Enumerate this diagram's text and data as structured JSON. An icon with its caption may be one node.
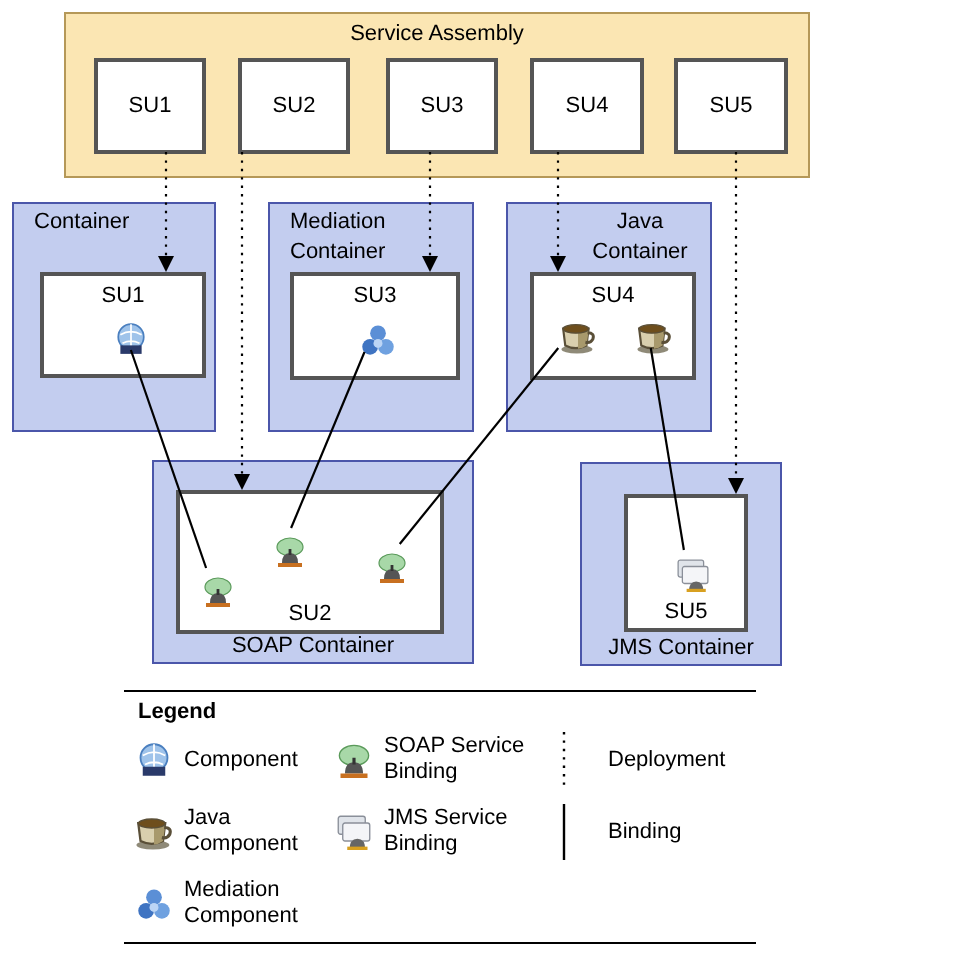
{
  "diagram": {
    "nodes": [
      {
        "text": [
          "Service Assembly"
        ]
      },
      {
        "text": [
          "SU1"
        ],
        "in": 0
      },
      {
        "text": [
          "SU2"
        ],
        "in": 0
      },
      {
        "text": [
          "SU3"
        ],
        "in": 0
      },
      {
        "text": [
          "SU4"
        ],
        "in": 0
      },
      {
        "text": [
          "SU5"
        ],
        "in": 0
      },
      {
        "text": [
          "Container"
        ]
      },
      {
        "text": [
          "SU1"
        ],
        "in": 6
      },
      {
        "text": [],
        "shape": "picture",
        "in": 7
      },
      {
        "text": [
          "Mediation Container"
        ]
      },
      {
        "text": [
          "SU3"
        ],
        "in": 9
      },
      {
        "text": [],
        "shape": "picture",
        "in": 10
      },
      {
        "text": [
          "Java Container"
        ]
      },
      {
        "text": [
          "SU4"
        ],
        "in": 12
      },
      {
        "text": [],
        "shape": "picture",
        "in": 13
      },
      {
        "text": [],
        "shape": "picture",
        "in": 13
      },
      {
        "text": [
          "SOAP Container"
        ]
      },
      {
        "text": [
          "SU2"
        ],
        "in": 16
      },
      {
        "text": [],
        "shape": "picture",
        "in": 17
      },
      {
        "text": [],
        "shape": "picture",
        "in": 17
      },
      {
        "text": [],
        "shape": "picture",
        "in": 17
      },
      {
        "text": [
          "JMS Container"
        ]
      },
      {
        "text": [
          "SU5"
        ],
        "in": 21
      },
      {
        "text": [],
        "shape": "picture",
        "in": 22
      }
    ],
    "edges": [
      {
        "from": 1,
        "to": 7,
        "arrow": "to",
        "style": "dashed"
      },
      {
        "from": 2,
        "to": 17,
        "arrow": "to",
        "style": "dashed"
      },
      {
        "from": 3,
        "to": 10,
        "arrow": "to",
        "style": "dashed"
      },
      {
        "from": 4,
        "to": 13,
        "arrow": "to",
        "style": "dashed"
      },
      {
        "from": 5,
        "to": 22,
        "arrow": "to",
        "style": "dashed"
      },
      {
        "from": 8,
        "to": 18,
        "arrow": "none"
      },
      {
        "from": 11,
        "to": 19,
        "arrow": "none"
      },
      {
        "from": 14,
        "to": 20,
        "arrow": "none"
      },
      {
        "from": 15,
        "to": 23,
        "arrow": "none"
      }
    ],
    "labels": [
      "Legend"
    ],
    "legend": [
      {
        "text": "Component"
      },
      {
        "text": "SOAP Service Binding"
      },
      {
        "text": "Deployment"
      },
      {
        "text": "Java Component"
      },
      {
        "text": "JMS Service Binding"
      },
      {
        "text": "Binding"
      },
      {
        "text": "Mediation Component"
      }
    ]
  }
}
